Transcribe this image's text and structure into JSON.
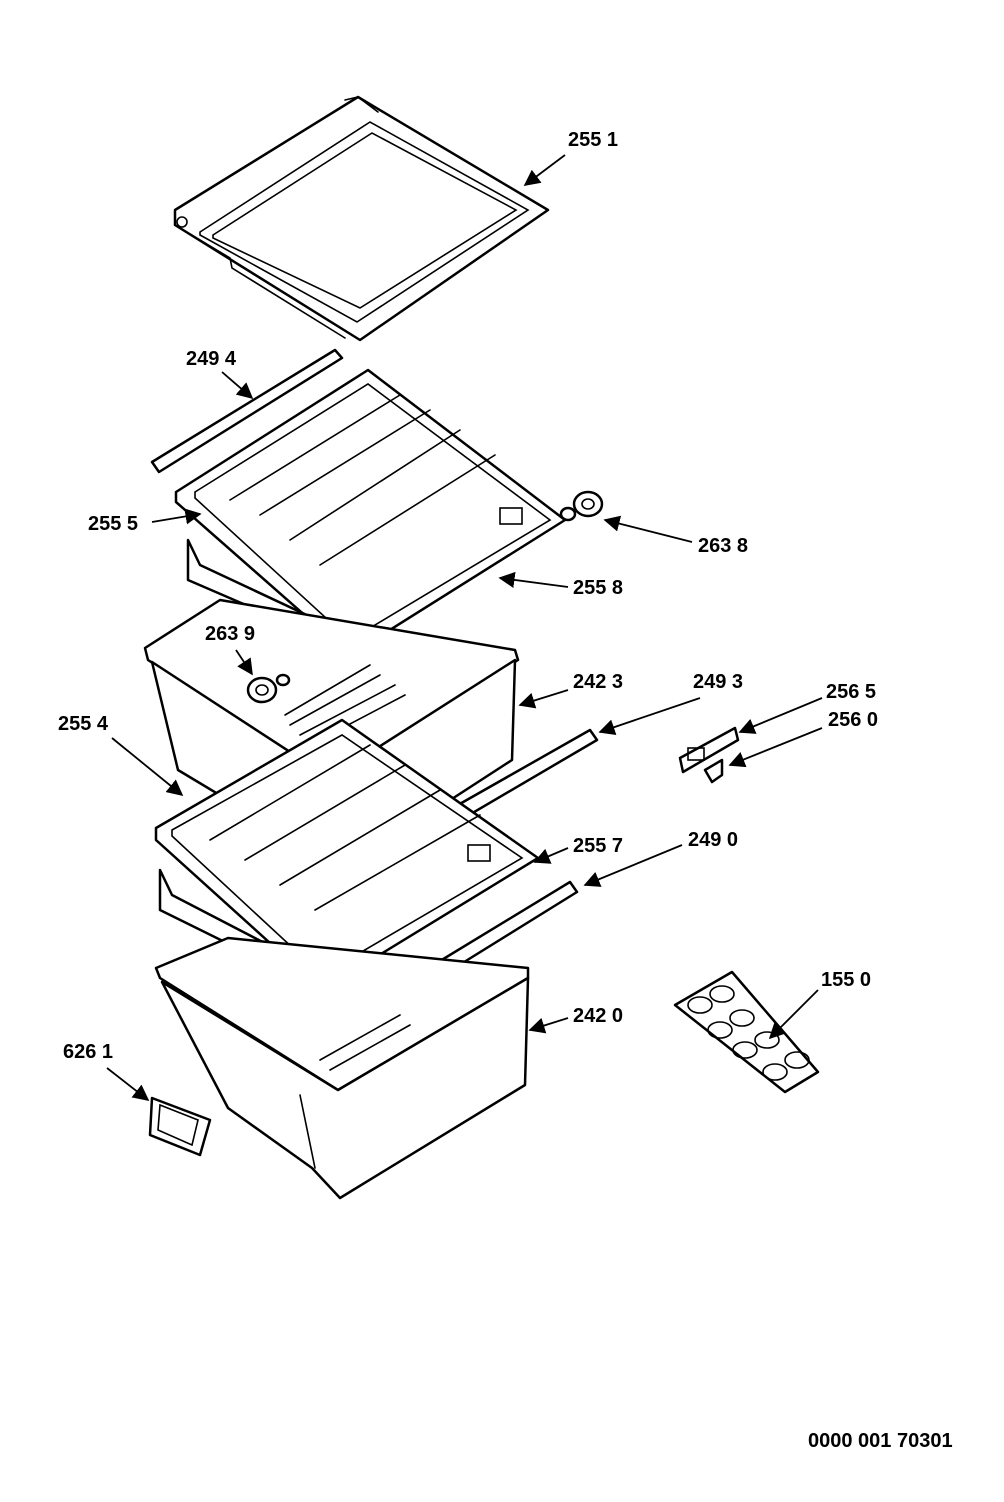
{
  "labels": {
    "l2551": "255 1",
    "l2494": "249 4",
    "l2555": "255 5",
    "l2638": "263 8",
    "l2558": "255 8",
    "l2639": "263 9",
    "l2423": "242 3",
    "l2493": "249 3",
    "l2565": "256 5",
    "l2560": "256 0",
    "l2554": "255 4",
    "l2557": "255 7",
    "l2490": "249 0",
    "l1550": "155 0",
    "l2420": "242 0",
    "l6261": "626 1"
  },
  "document_code": "0000 001 70301"
}
